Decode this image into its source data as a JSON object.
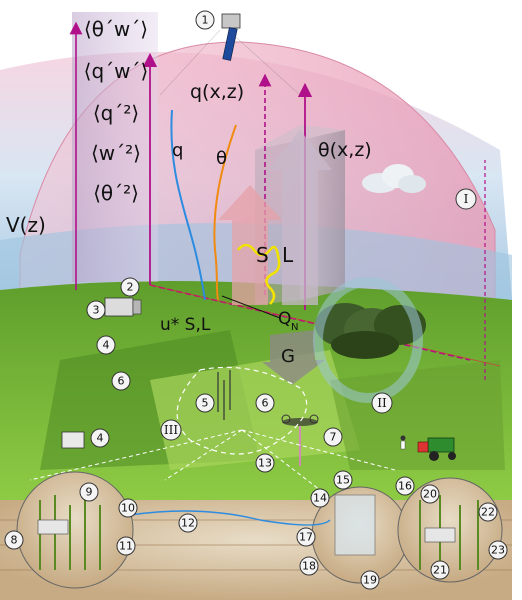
{
  "title": "",
  "flux_labels": [
    "⟨θ´w´⟩",
    "⟨q´w´⟩",
    "⟨q´²⟩",
    "⟨w´²⟩",
    "⟨θ´²⟩"
  ],
  "profile_labels": {
    "v_of_z": "V(z)",
    "q_field": "q(x,z)",
    "theta_field": "θ(x,z)",
    "q": "q",
    "theta": "θ"
  },
  "energy_labels": {
    "sensible": "S",
    "latent": "L",
    "net_radiation": "Q",
    "net_radiation_sub": "N",
    "ground": "G",
    "surface_flux": "u* S,L"
  },
  "markers": [
    "1",
    "2",
    "3",
    "4",
    "4",
    "5",
    "6",
    "6",
    "7",
    "8",
    "9",
    "10",
    "11",
    "12",
    "13",
    "14",
    "15",
    "16",
    "17",
    "18",
    "19",
    "20",
    "21",
    "22",
    "23"
  ],
  "roman_markers": [
    "I",
    "II",
    "III"
  ],
  "colors": {
    "q_profile": "#2d8be0",
    "theta_profile": "#f08a10",
    "dome_pink": "#f2b6c8",
    "sky_blue": "#bcd8ec",
    "grass": "#7fbf3a",
    "soil": "#b8926a",
    "axis_magenta": "#b0118a"
  }
}
